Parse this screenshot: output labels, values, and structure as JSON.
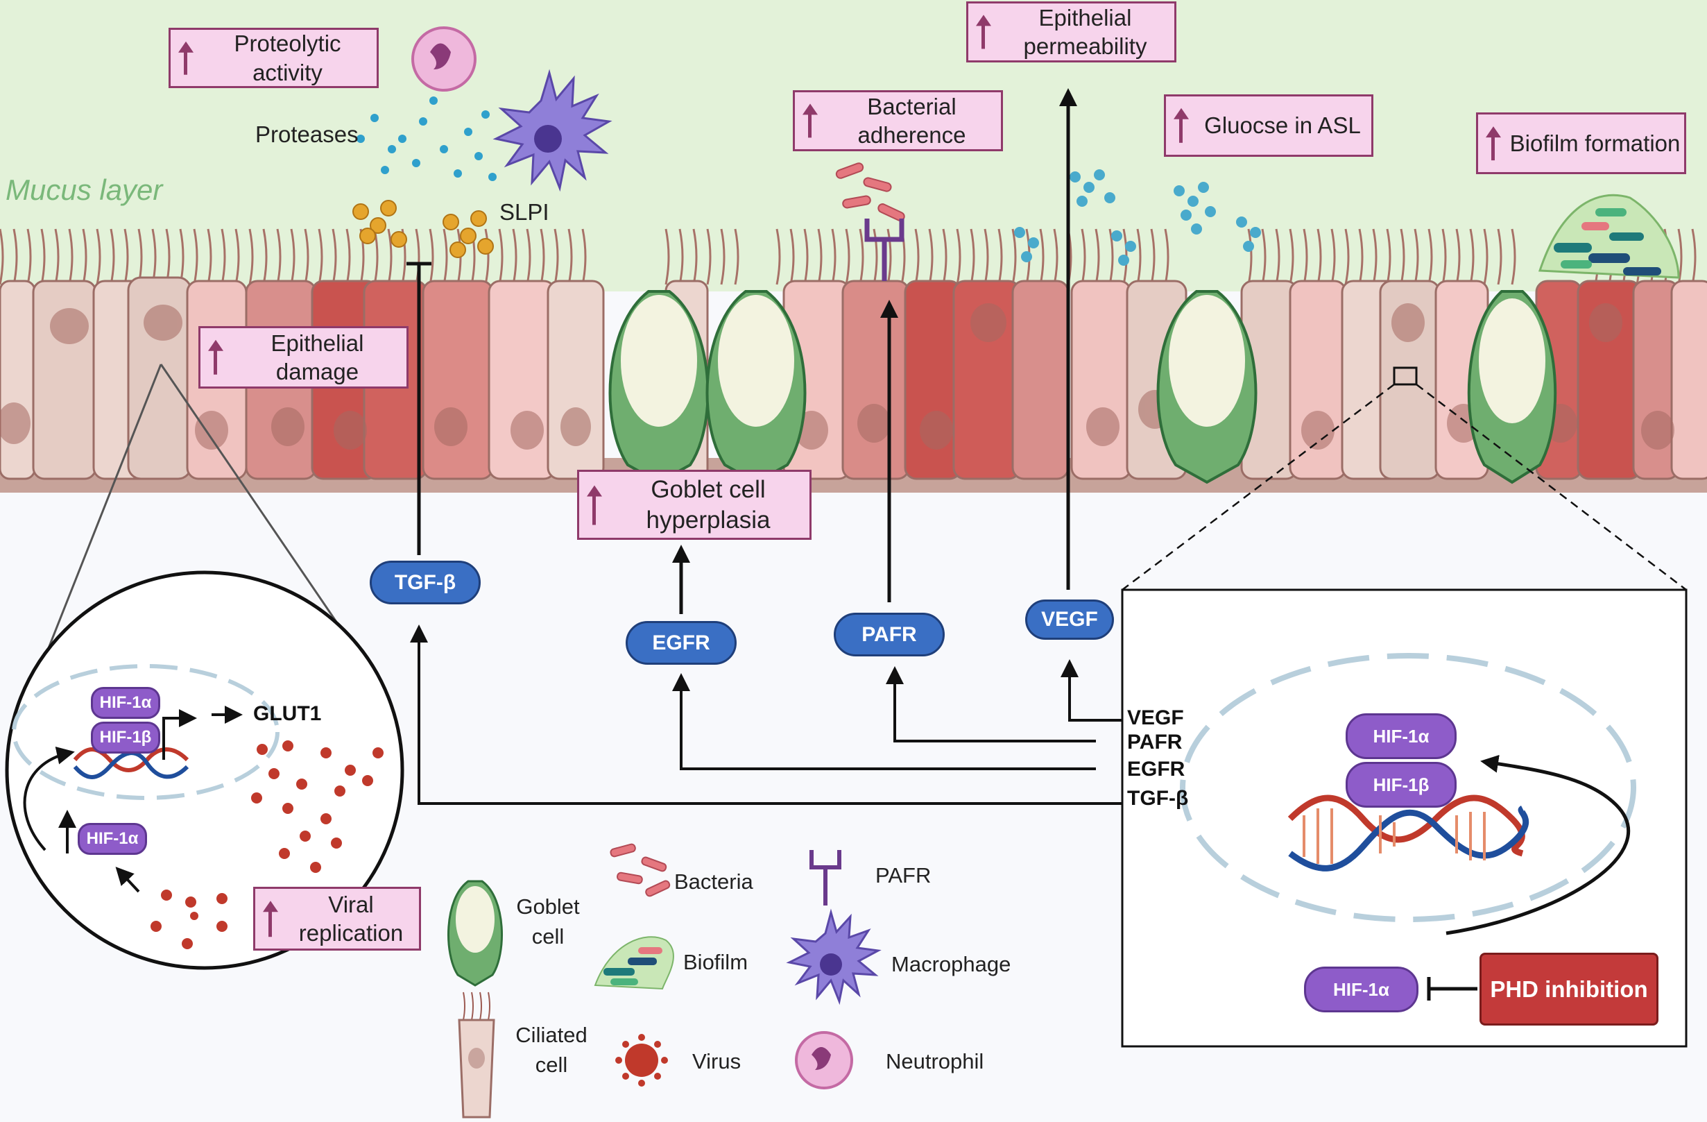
{
  "labels": {
    "mucus_layer": "Mucus layer",
    "proteases": "Proteases",
    "slpi": "SLPI",
    "glut1": "GLUT1"
  },
  "boxes": {
    "proteolytic": "Proteolytic activity",
    "epithelial_damage": "Epithelial damage",
    "bacterial_adherence": "Bacterial adherence",
    "epithelial_permeability": "Epithelial permeability",
    "glucose_asl": "Gluocse in ASL",
    "biofilm_formation": "Biofilm formation",
    "goblet_hyperplasia": "Goblet cell hyperplasia",
    "viral_replication": "Viral replication"
  },
  "pills": {
    "tgfb": "TGF-β",
    "egfr": "EGFR",
    "pafr": "PAFR",
    "vegf": "VEGF",
    "hif1a_small": "HIF-1α",
    "hif1b_small": "HIF-1β",
    "hif1a_cytoplasm": "HIF-1α",
    "hif1a_nucleus": "HIF-1α",
    "hif1b_nucleus": "HIF-1β",
    "hif1a_bottom": "HIF-1α",
    "phd_inhibition": "PHD inhibition"
  },
  "genes": [
    "VEGF",
    "PAFR",
    "EGFR",
    "TGF-β"
  ],
  "legend": {
    "goblet": "Goblet cell",
    "ciliated": "Ciliated cell",
    "bacteria": "Bacteria",
    "biofilm": "Biofilm",
    "virus": "Virus",
    "pafr": "PAFR",
    "macrophage": "Macrophage",
    "neutrophil": "Neutrophil"
  },
  "colors": {
    "mucus": "#e3f2d9",
    "box_fill": "#f7d4ec",
    "box_border": "#8f3a6a",
    "pill_blue": "#3a6fc4",
    "pill_purple": "#8e5cc9",
    "phd_red": "#c33a3a"
  }
}
